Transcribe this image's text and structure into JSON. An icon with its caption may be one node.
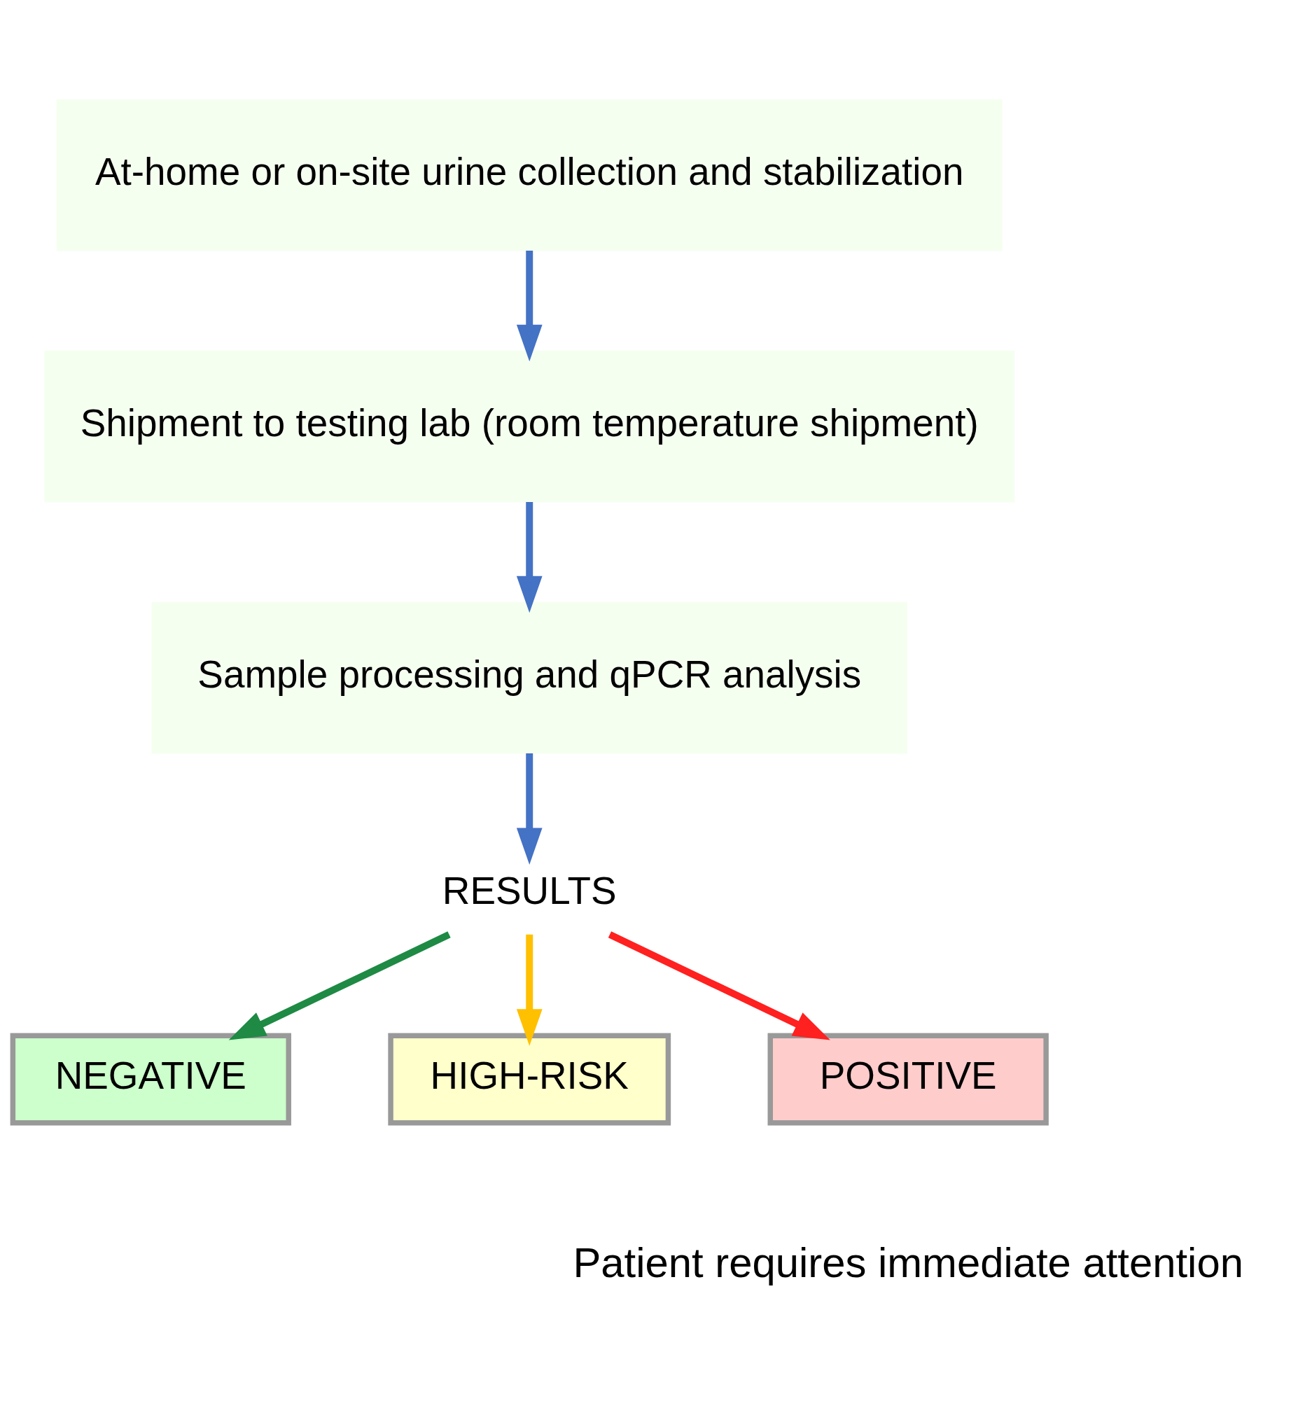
{
  "diagram": {
    "nodes": [
      {
        "text": [
          "At-home or on-site urine collection and stabilization"
        ]
      },
      {
        "text": [
          "Shipment to testing lab (room temperature shipment)"
        ]
      },
      {
        "text": [
          "Sample processing and qPCR analysis"
        ]
      },
      {
        "text": [
          "RESULTS"
        ]
      },
      {
        "text": [
          "NEGATIVE"
        ]
      },
      {
        "text": [
          "HIGH-RISK"
        ]
      },
      {
        "text": [
          "POSITIVE"
        ]
      }
    ],
    "edges": [
      {
        "from": 0,
        "to": 1,
        "arrow": "to"
      },
      {
        "from": 1,
        "to": 2,
        "arrow": "to"
      },
      {
        "from": 2,
        "to": 3,
        "arrow": "to"
      },
      {
        "from": 3,
        "to": 4,
        "arrow": "to",
        "color": "#1e8a44"
      },
      {
        "from": 3,
        "to": 5,
        "arrow": "to",
        "color": "#ffc000"
      },
      {
        "from": 3,
        "to": 6,
        "arrow": "to",
        "color": "#ff2020"
      }
    ],
    "labels": [
      "Patient requires immediate attention"
    ]
  }
}
